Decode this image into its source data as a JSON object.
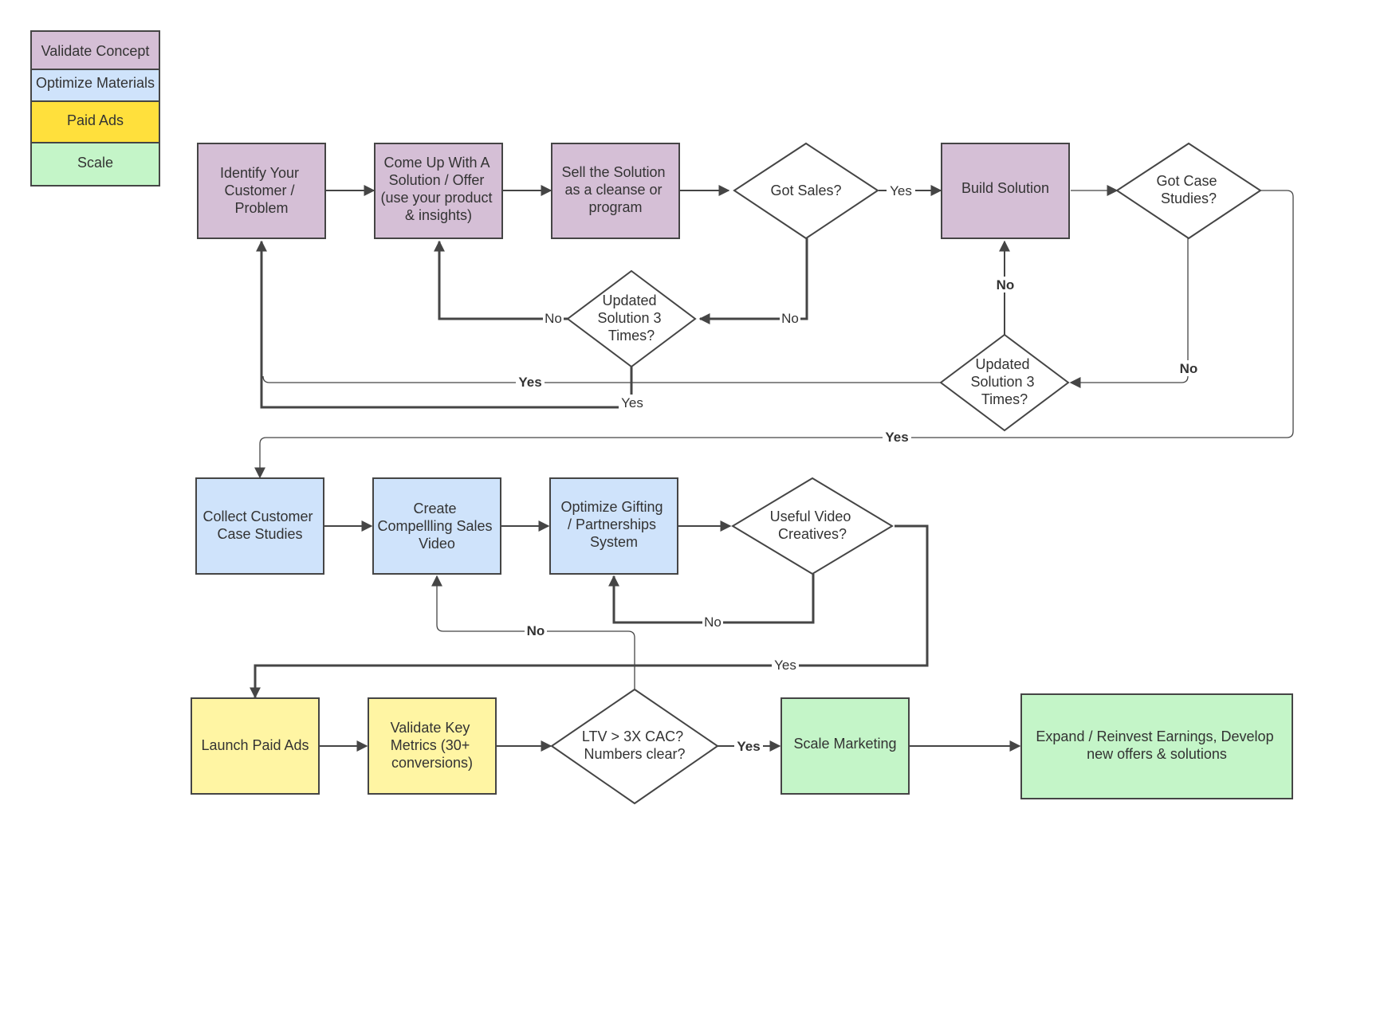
{
  "colors": {
    "validate_concept": "#d5bfd6",
    "optimize_materials": "#cfe3fb",
    "paid_ads_legend": "#ffe03c",
    "paid_ads_node": "#fff5a3",
    "scale": "#c4f5c8",
    "decision": "#ffffff",
    "stroke": "#454545",
    "text": "#333333"
  },
  "legend": {
    "items": [
      {
        "key": "validate_concept",
        "label": "Validate Concept"
      },
      {
        "key": "optimize_materials",
        "label": "Optimize Materials"
      },
      {
        "key": "paid_ads",
        "label": "Paid Ads"
      },
      {
        "key": "scale",
        "label": "Scale"
      }
    ]
  },
  "nodes": {
    "identify": {
      "lines": [
        "Identify Your",
        "Customer /",
        "Problem"
      ],
      "category": "validate_concept"
    },
    "solution_offer": {
      "lines": [
        "Come Up With A",
        "Solution / Offer",
        "(use your product",
        "& insights)"
      ],
      "category": "validate_concept"
    },
    "sell_solution": {
      "lines": [
        "Sell the Solution",
        "as a cleanse or",
        "program"
      ],
      "category": "validate_concept"
    },
    "got_sales": {
      "lines": [
        "Got Sales?"
      ],
      "category": "decision"
    },
    "build_solution": {
      "lines": [
        "Build Solution"
      ],
      "category": "validate_concept"
    },
    "got_case_studies": {
      "lines": [
        "Got Case",
        "Studies?"
      ],
      "category": "decision"
    },
    "updated_1": {
      "lines": [
        "Updated",
        "Solution 3",
        "Times?"
      ],
      "category": "decision"
    },
    "updated_2": {
      "lines": [
        "Updated",
        "Solution 3",
        "Times?"
      ],
      "category": "decision"
    },
    "collect_case_studies": {
      "lines": [
        "Collect Customer",
        "Case Studies"
      ],
      "category": "optimize_materials"
    },
    "sales_video": {
      "lines": [
        "Create",
        "Compellling Sales",
        "Video"
      ],
      "category": "optimize_materials"
    },
    "gifting": {
      "lines": [
        "Optimize Gifting",
        "/ Partnerships",
        "System"
      ],
      "category": "optimize_materials"
    },
    "useful_video": {
      "lines": [
        "Useful Video",
        "Creatives?"
      ],
      "category": "decision"
    },
    "launch_ads": {
      "lines": [
        "Launch Paid Ads"
      ],
      "category": "paid_ads"
    },
    "validate_metrics": {
      "lines": [
        "Validate Key",
        "Metrics (30+",
        "conversions)"
      ],
      "category": "paid_ads"
    },
    "ltv_cac": {
      "lines": [
        "LTV > 3X CAC?",
        "Numbers clear?"
      ],
      "category": "decision"
    },
    "scale_marketing": {
      "lines": [
        "Scale Marketing"
      ],
      "category": "scale"
    },
    "expand": {
      "lines": [
        "Expand / Reinvest Earnings, Develop",
        "new offers & solutions"
      ],
      "category": "scale"
    }
  },
  "edge_labels": {
    "got_sales_yes": "Yes",
    "got_sales_no": "No",
    "updated1_no": "No",
    "updated1_yes": "Yes",
    "updated2_yes": "Yes",
    "updated2_no": "No",
    "case_studies_no": "No",
    "case_studies_yes": "Yes",
    "useful_video_no": "No",
    "useful_video_yes": "Yes",
    "ltv_no": "No",
    "ltv_yes": "Yes"
  }
}
